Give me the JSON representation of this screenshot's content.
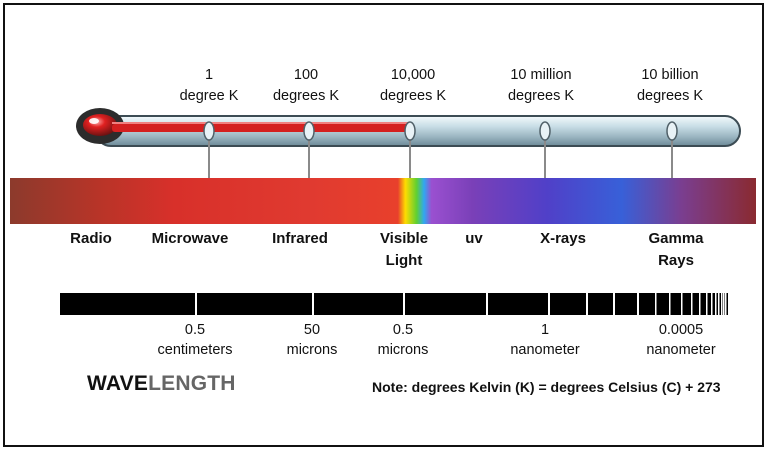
{
  "temperature_labels": [
    {
      "text": "1\ndegree K"
    },
    {
      "text": "100\ndegrees K"
    },
    {
      "text": "10,000\ndegrees K"
    },
    {
      "text": "10 million\ndegrees K"
    },
    {
      "text": "10 billion\ndegrees K"
    }
  ],
  "bands": [
    {
      "text": "Radio"
    },
    {
      "text": "Microwave"
    },
    {
      "text": "Infrared"
    },
    {
      "text": "Visible\nLight"
    },
    {
      "text": "uv"
    },
    {
      "text": "X-rays"
    },
    {
      "text": "Gamma\nRays"
    }
  ],
  "wavelength_labels": [
    {
      "text": "0.5\ncentimeters"
    },
    {
      "text": "50\nmicrons"
    },
    {
      "text": "0.5\nmicrons"
    },
    {
      "text": "1\nnanometer"
    },
    {
      "text": "0.0005\nnanometer"
    }
  ],
  "title_dark": "WAVE",
  "title_light": "LENGTH",
  "note": "Note: degrees Kelvin (K) = degrees Celsius (C) + 273",
  "colors": {
    "thermometer_liquid": "#d42020",
    "spectrum": [
      "#8a2a20",
      "#d83a2a",
      "#e03a30",
      "#ffe000",
      "#3ab0ff",
      "#8040c0",
      "#5060d8",
      "#7a4080",
      "#9a2030"
    ]
  }
}
